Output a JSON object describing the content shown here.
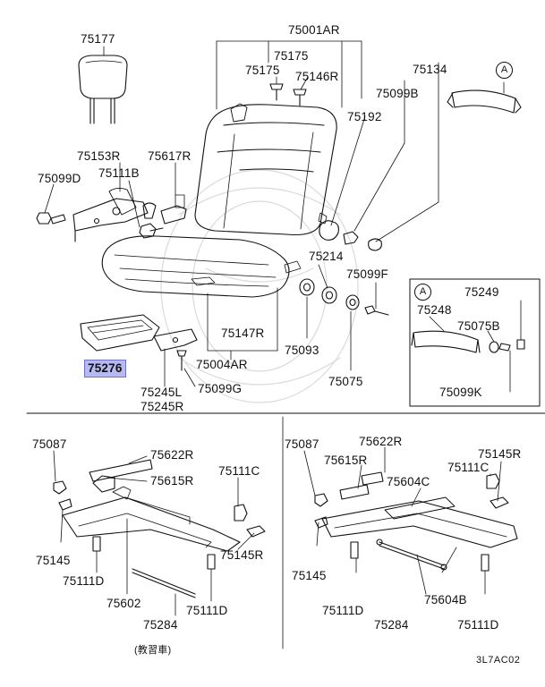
{
  "labels": {
    "p75177": "75177",
    "p75001AR": "75001AR",
    "p75175a": "75175",
    "p75175b": "75175",
    "p75146R": "75146R",
    "p75134": "75134",
    "p75099B": "75099B",
    "p75192": "75192",
    "p75153R": "75153R",
    "p75617R": "75617R",
    "p75111B": "75111B",
    "p75099D": "75099D",
    "p75214": "75214",
    "p75099F": "75099F",
    "p75147R": "75147R",
    "p75004AR": "75004AR",
    "p75093": "75093",
    "p75075": "75075",
    "p75276": "75276",
    "p75245L": "75245L",
    "p75245R": "75245R",
    "p75099G": "75099G",
    "p75249": "75249",
    "p75248": "75248",
    "p75075B": "75075B",
    "p75099K": "75099K",
    "l75087": "75087",
    "l75622R": "75622R",
    "l75615R": "75615R",
    "l75111C": "75111C",
    "l75145": "75145",
    "l75111D": "75111D",
    "l75602": "75602",
    "l75145R": "75145R",
    "l75284": "75284",
    "l75111D2": "75111D",
    "r75087": "75087",
    "r75622R": "75622R",
    "r75615R": "75615R",
    "r75145R": "75145R",
    "r75111C": "75111C",
    "r75604C": "75604C",
    "r75145": "75145",
    "r75111D": "75111D",
    "r75284": "75284",
    "r75604B": "75604B",
    "r75111D2": "75111D",
    "caption": "(教習車)",
    "code": "3L7AC02",
    "markerA1": "A",
    "markerA2": "A"
  }
}
